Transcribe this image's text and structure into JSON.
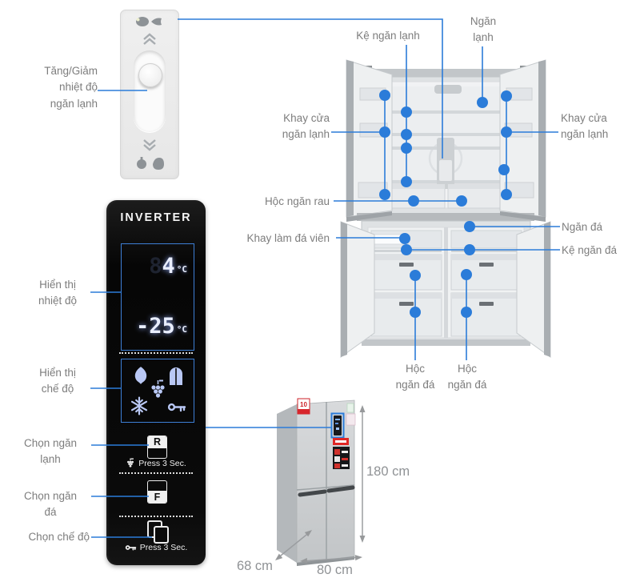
{
  "colors": {
    "accent_blue": "#2b7cd9",
    "label_gray": "#7d7d7d",
    "panel_black": "#0a0a0a",
    "display_glow": "#e9eeff",
    "dim_gray": "#8f9295"
  },
  "slider_unit": {
    "label": [
      "Tăng/Giảm",
      "nhiệt độ",
      "ngăn lạnh"
    ],
    "icons": [
      "meat-fish-icons",
      "chevron-up",
      "slider-knob",
      "chevron-down",
      "vegetable-icons"
    ]
  },
  "panel": {
    "brand": "INVERTER",
    "display": {
      "ghost_digit": "8",
      "fridge_temp": "4",
      "freezer_temp": "-25",
      "unit": "°C"
    },
    "mode_icons": [
      "leaf",
      "door",
      "grapes",
      "snowflake",
      "key"
    ],
    "buttons": {
      "r": "R",
      "f": "F",
      "press_r": "Press 3 Sec.",
      "press_mode": "Press 3 Sec."
    },
    "callouts": {
      "temp_display": [
        "Hiển thị",
        "nhiệt độ"
      ],
      "mode_display": [
        "Hiển thị",
        "chế độ"
      ],
      "select_fridge": [
        "Chọn ngăn",
        "lạnh"
      ],
      "select_freezer": [
        "Chọn ngăn",
        "đá"
      ],
      "select_mode": "Chọn chế độ"
    }
  },
  "fridge": {
    "callouts": {
      "shelf_fridge": "Kệ ngăn lạnh",
      "fridge_compartment": [
        "Ngăn",
        "lạnh"
      ],
      "door_tray_left": [
        "Khay cửa",
        "ngăn lạnh"
      ],
      "door_tray_right": [
        "Khay cửa",
        "ngăn lạnh"
      ],
      "veg_drawer": "Hộc ngăn rau",
      "ice_tray": "Khay làm đá viên",
      "freezer_compartment": "Ngăn đá",
      "shelf_freezer": "Kệ ngăn đá",
      "freezer_drawer_left": [
        "Hộc",
        "ngăn đá"
      ],
      "freezer_drawer_right": [
        "Hộc",
        "ngăn đá"
      ]
    },
    "dimensions": {
      "height": "180 cm",
      "depth": "68 cm",
      "width": "80 cm"
    }
  }
}
